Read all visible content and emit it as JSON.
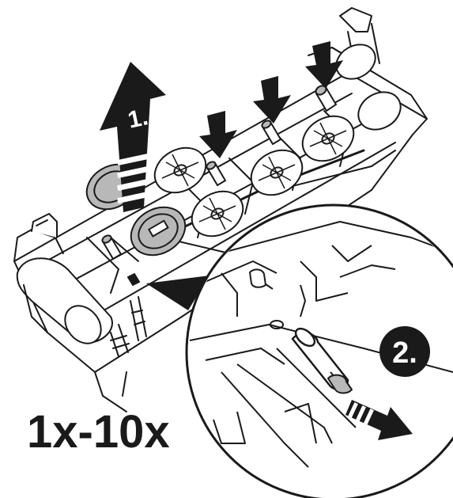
{
  "diagram": {
    "steps": [
      {
        "label": "1."
      },
      {
        "label": "2."
      }
    ],
    "quantity_label": "1x-10x"
  },
  "colors": {
    "ink": "#1a1a1a",
    "wheel_fill": "#b8b8b8",
    "background": "#ffffff"
  },
  "icons": [
    "arrow-up-icon",
    "arrow-down-icon",
    "arrow-diagonal-icon",
    "pointer-triangle-icon"
  ]
}
